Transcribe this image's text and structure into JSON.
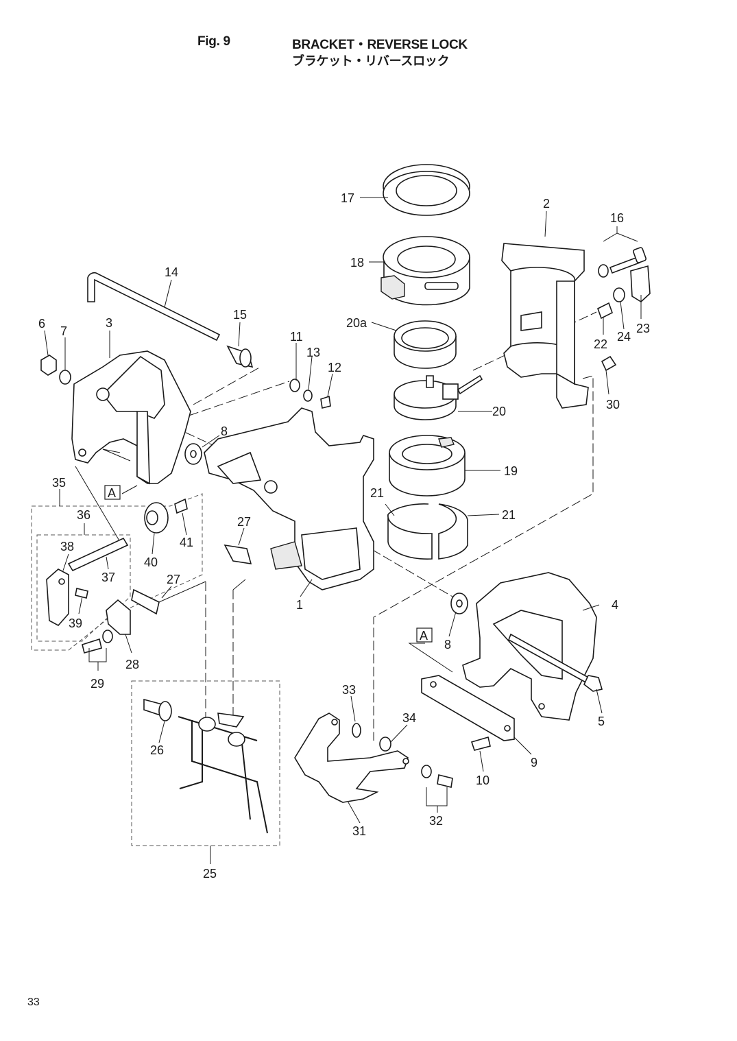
{
  "header": {
    "fig_label": "Fig. 9",
    "title_en": "BRACKET・REVERSE LOCK",
    "title_jp": "ブラケット・リバースロック"
  },
  "page_number": "33",
  "callouts": {
    "c1": "1",
    "c2": "2",
    "c3": "3",
    "c4": "4",
    "c5": "5",
    "c6": "6",
    "c7": "7",
    "c8a": "8",
    "c8b": "8",
    "c9": "9",
    "c10": "10",
    "c11": "11",
    "c12": "12",
    "c13": "13",
    "c14": "14",
    "c15": "15",
    "c16": "16",
    "c17": "17",
    "c18": "18",
    "c19": "19",
    "c20": "20",
    "c20a": "20a",
    "c21a": "21",
    "c21b": "21",
    "c22": "22",
    "c23": "23",
    "c24": "24",
    "c25": "25",
    "c26": "26",
    "c27a": "27",
    "c27b": "27",
    "c28": "28",
    "c29": "29",
    "c30": "30",
    "c31": "31",
    "c32": "32",
    "c33": "33",
    "c34": "34",
    "c35": "35",
    "c36": "36",
    "c37": "37",
    "c38": "38",
    "c39": "39",
    "c40": "40",
    "c41": "41",
    "refA1": "A",
    "refA2": "A"
  }
}
